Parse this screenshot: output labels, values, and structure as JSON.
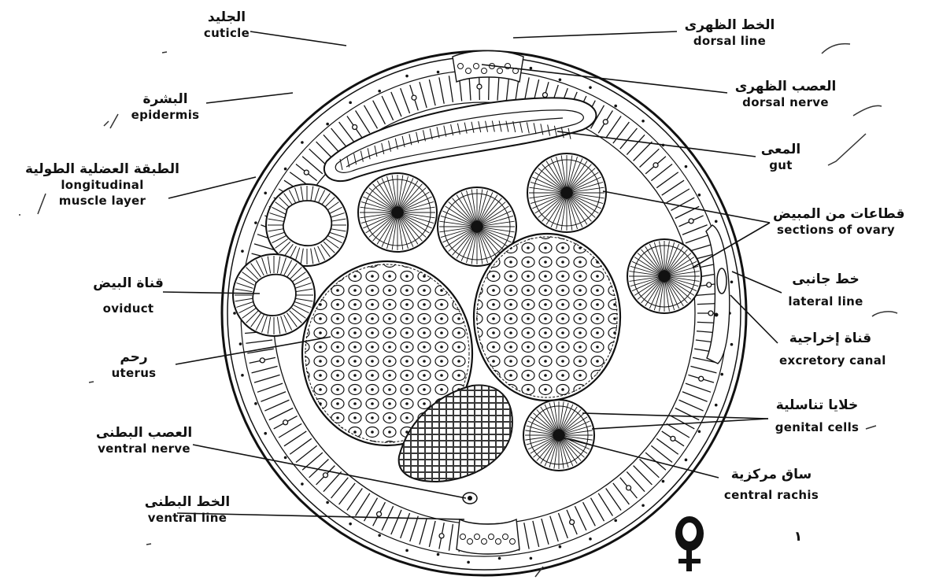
{
  "figure": {
    "labels": [
      {
        "id": "cuticle",
        "ar": "الجليد",
        "en": "cuticle"
      },
      {
        "id": "epidermis",
        "ar": "البشرة",
        "en": "epidermis"
      },
      {
        "id": "longitudinal-muscle-layer",
        "ar": "الطبقة العضلية الطولية",
        "en1": "longitudinal",
        "en2": "muscle layer"
      },
      {
        "id": "oviduct",
        "ar": "قناة البيض",
        "en": "oviduct"
      },
      {
        "id": "uterus",
        "ar": "رحم",
        "en": "uterus"
      },
      {
        "id": "ventral-nerve",
        "ar": "العصب البطنى",
        "en": "ventral nerve"
      },
      {
        "id": "ventral-line",
        "ar": "الخط البطنى",
        "en": "ventral line"
      },
      {
        "id": "dorsal-line",
        "ar": "الخط الظهرى",
        "en": "dorsal line"
      },
      {
        "id": "dorsal-nerve",
        "ar": "العصب الظهرى",
        "en": "dorsal nerve"
      },
      {
        "id": "gut",
        "ar": "المعى",
        "en": "gut"
      },
      {
        "id": "sections-of-ovary",
        "ar": "قطاعات من المبيض",
        "en": "sections of ovary"
      },
      {
        "id": "lateral-line",
        "ar": "خط جانبى",
        "en": "lateral line"
      },
      {
        "id": "excretory-canal",
        "ar": "قناة إخراجية",
        "en": "excretory canal"
      },
      {
        "id": "genital-cells",
        "ar": "خلايا تناسلية",
        "en": "genital cells"
      },
      {
        "id": "central-rachis",
        "ar": "ساق مركزية",
        "en": "central rachis"
      }
    ],
    "page_number": "١",
    "sex_symbol": "female-symbol",
    "ink_color": "#111111"
  }
}
